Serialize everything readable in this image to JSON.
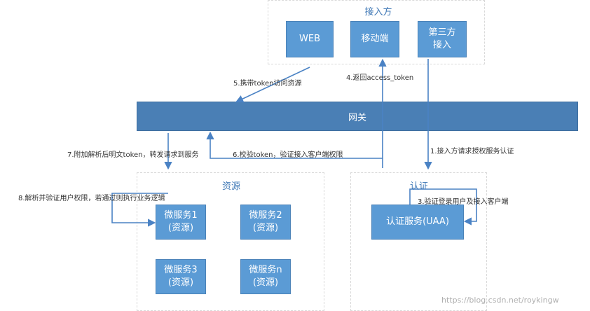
{
  "regions": {
    "access": {
      "title": "接入方"
    },
    "resources": {
      "title": "资源"
    },
    "auth": {
      "title": "认证"
    }
  },
  "nodes": {
    "web": "WEB",
    "mobile": "移动端",
    "third_party": "第三方\n接入",
    "gateway": "网关",
    "ms1": "微服务1\n(资源)",
    "ms2": "微服务2\n(资源)",
    "ms3": "微服务3\n(资源)",
    "msn": "微服务n\n(资源)",
    "uaa": "认证服务(UAA)"
  },
  "steps": {
    "s1": "1.接入方请求授权服务认证",
    "s3": "3.验证登录用户及接入客户端",
    "s4": "4.返回access_token",
    "s5": "5.携带token访问资源",
    "s6": "6.校验token，验证接入客户端权限",
    "s7": "7.附加解析后明文token，转发请求到服务",
    "s8": "8.解析并验证用户权限，若通过则执行业务逻辑"
  },
  "watermark": "https://blog.csdn.net/roykingw",
  "colors": {
    "box": "#5b9bd5",
    "gateway": "#4a7fb5",
    "arrow": "#4a82c4",
    "region_border": "#d9d9d9"
  }
}
